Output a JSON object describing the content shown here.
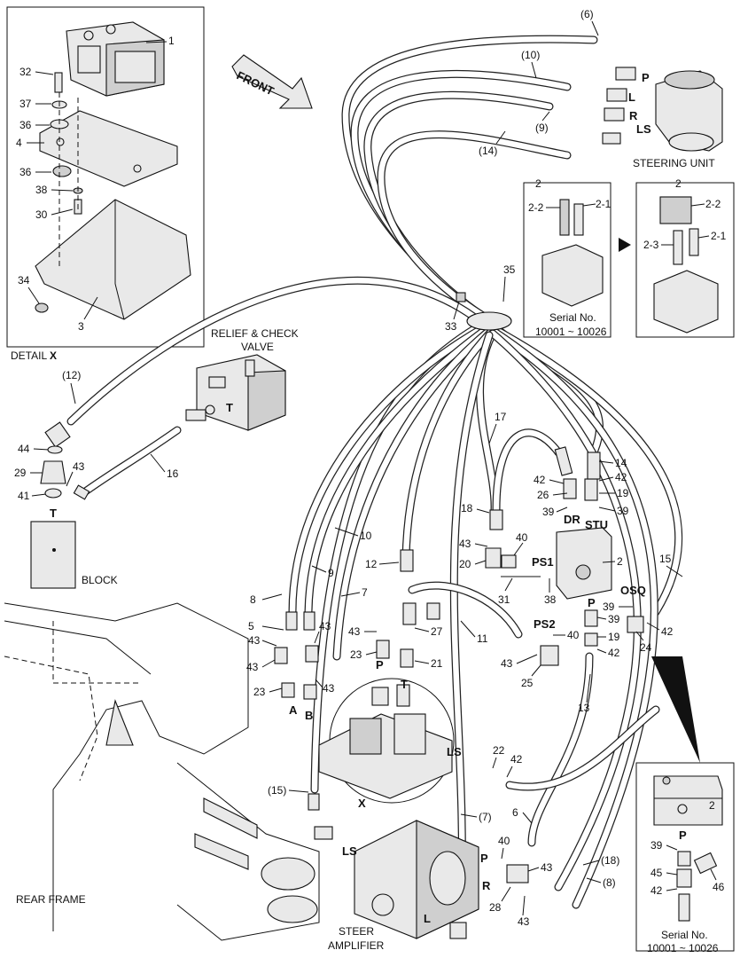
{
  "detail_x": {
    "caption_prefix": "DETAIL",
    "caption_key": "X",
    "callouts": [
      "1",
      "32",
      "37",
      "36",
      "4",
      "36",
      "38",
      "30",
      "34",
      "3"
    ]
  },
  "front_label": "FRONT",
  "steering_unit": {
    "label": "STEERING UNIT",
    "ports": [
      "P",
      "L",
      "R",
      "LS"
    ],
    "hose_refs": [
      "(6)",
      "(10)",
      "(9)",
      "(14)"
    ]
  },
  "serial_inset_top": {
    "label_line1": "Serial No.",
    "label_line2": "10001 ~ 10026",
    "callouts": [
      "2",
      "2-2",
      "2-1"
    ]
  },
  "serial_inset_top_new": {
    "callouts": [
      "2",
      "2-2",
      "2-3",
      "2-1"
    ]
  },
  "clamp_callouts": [
    "35",
    "33"
  ],
  "relief_valve": {
    "label_line1": "RELIEF & CHECK",
    "label_line2": "VALVE",
    "port": "T",
    "callouts": [
      "(12)",
      "44",
      "29",
      "43",
      "41",
      "16"
    ]
  },
  "block": {
    "port": "T",
    "label": "BLOCK"
  },
  "rear_frame_label": "REAR FRAME",
  "steer_amplifier": {
    "label_line1": "STEER",
    "label_line2": "AMPLIFIER",
    "ports": [
      "LS",
      "P",
      "R",
      "L"
    ],
    "callouts": [
      "(7)",
      "40",
      "43",
      "28",
      "43",
      "(18)",
      "(8)",
      "6",
      "22",
      "42"
    ]
  },
  "center_callouts": [
    "17",
    "18",
    "12",
    "11",
    "10",
    "9",
    "8",
    "7",
    "5",
    "43",
    "43",
    "43",
    "43",
    "23",
    "23",
    "43",
    "27",
    "21",
    "(15)",
    "X",
    "13"
  ],
  "center_ports": [
    "A",
    "B",
    "P",
    "T",
    "LS"
  ],
  "priority_valve": {
    "ports": [
      "DR",
      "STU",
      "PS1",
      "PS2",
      "OSQ",
      "P"
    ],
    "callouts": [
      "14",
      "42",
      "19",
      "39",
      "42",
      "26",
      "39",
      "40",
      "43",
      "20",
      "2",
      "31",
      "38",
      "15",
      "39",
      "24",
      "42",
      "39",
      "19",
      "42",
      "40",
      "43",
      "25"
    ]
  },
  "serial_inset_bottom": {
    "label_line1": "Serial No.",
    "label_line2": "10001 ~ 10026",
    "port": "P",
    "callouts": [
      "2",
      "39",
      "45",
      "46",
      "42"
    ]
  }
}
